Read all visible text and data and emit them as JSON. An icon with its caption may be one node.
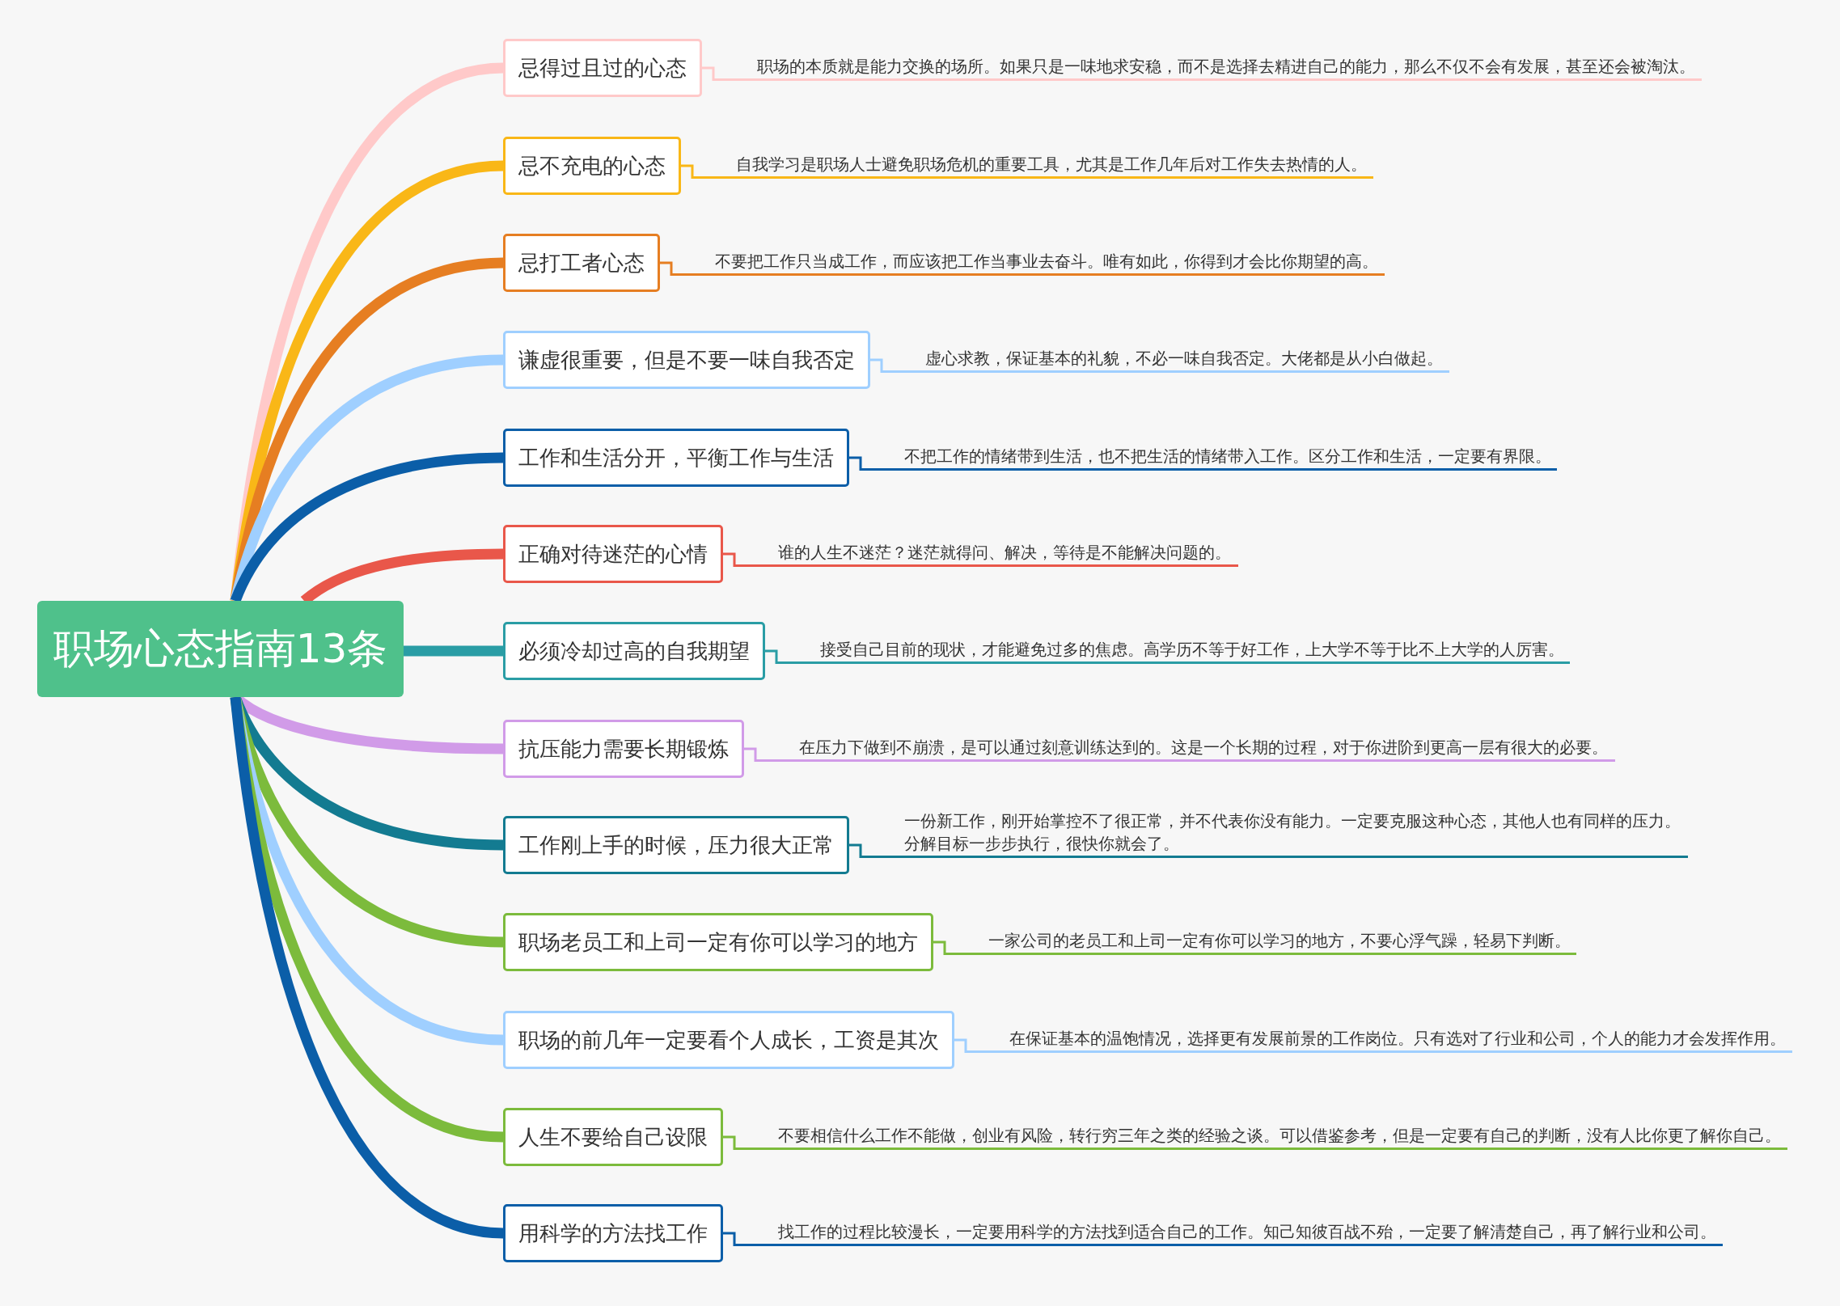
{
  "diagram": {
    "nodes": [
      {
        "text": [
          "职场心态指南13条"
        ]
      },
      {
        "text": [
          "忌得过且过的心态"
        ]
      },
      {
        "text": [
          "忌不充电的心态"
        ]
      },
      {
        "text": [
          "忌打工者心态"
        ]
      },
      {
        "text": [
          "谦虚很重要，但是不要一味自我否定"
        ]
      },
      {
        "text": [
          "工作和生活分开，平衡工作与生活"
        ]
      },
      {
        "text": [
          "正确对待迷茫的心情"
        ]
      },
      {
        "text": [
          "必须冷却过高的自我期望"
        ]
      },
      {
        "text": [
          "抗压能力需要长期锻炼"
        ]
      },
      {
        "text": [
          "工作刚上手的时候，压力很大正常"
        ]
      },
      {
        "text": [
          "职场老员工和上司一定有你可以学习的地方"
        ]
      },
      {
        "text": [
          "职场的前几年一定要看个人成长，工资是其次"
        ]
      },
      {
        "text": [
          "人生不要给自己设限"
        ]
      },
      {
        "text": [
          "用科学的方法找工作"
        ]
      },
      {
        "text": [
          "职场的本质就是能力交换的场所。如果只是一味地求安稳，而不是选择去精进自己的能力，那么不仅不会有发展，甚至还会被淘汰。"
        ]
      },
      {
        "text": [
          "自我学习是职场人士避免职场危机的重要工具，尤其是工作几年后对工作失去热情的人。"
        ]
      },
      {
        "text": [
          "不要把工作只当成工作，而应该把工作当事业去奋斗。唯有如此，你得到才会比你期望的高。"
        ]
      },
      {
        "text": [
          "虚心求教，保证基本的礼貌，不必一味自我否定。大佬都是从小白做起。"
        ]
      },
      {
        "text": [
          "不把工作的情绪带到生活，也不把生活的情绪带入工作。区分工作和生活，一定要有界限。"
        ]
      },
      {
        "text": [
          "谁的人生不迷茫？迷茫就得问、解决，等待是不能解决问题的。"
        ]
      },
      {
        "text": [
          "接受自己目前的现状，才能避免过多的焦虑。高学历不等于好工作，上大学不等于比不上大学的人厉害。"
        ]
      },
      {
        "text": [
          "在压力下做到不崩溃，是可以通过刻意训练达到的。这是一个长期的过程，对于你进阶到更高一层有很大的必要。"
        ]
      },
      {
        "text": [
          "一份新工作，刚开始掌控不了很正常，并不代表你没有能力。一定要克服这种心态，其他人也有同样的压力。分解目标一步步执行，很快你就会了。"
        ]
      },
      {
        "text": [
          "一家公司的老员工和上司一定有你可以学习的地方，不要心浮气躁，轻易下判断。"
        ]
      },
      {
        "text": [
          "在保证基本的温饱情况，选择更有发展前景的工作岗位。只有选对了行业和公司，个人的能力才会发挥作用。"
        ]
      },
      {
        "text": [
          "不要相信什么工作不能做，创业有风险，转行穷三年之类的经验之谈。可以借鉴参考，但是一定要有自己的判断，没有人比你更了解你自己。"
        ]
      },
      {
        "text": [
          "找工作的过程比较漫长，一定要用科学的方法找到适合自己的工作。知己知彼百战不殆，一定要了解清楚自己，再了解行业和公司。"
        ]
      }
    ],
    "edges": [
      {
        "from": 0,
        "to": 1,
        "arrow": "none",
        "style": "thick",
        "color": "#ffc9c9"
      },
      {
        "from": 0,
        "to": 2,
        "arrow": "none",
        "style": "thick",
        "color": "#f9b717"
      },
      {
        "from": 0,
        "to": 3,
        "arrow": "none",
        "style": "thick",
        "color": "#e67e22"
      },
      {
        "from": 0,
        "to": 4,
        "arrow": "none",
        "style": "thick",
        "color": "#9fcfff"
      },
      {
        "from": 0,
        "to": 5,
        "arrow": "none",
        "style": "thick",
        "color": "#0b5ea8"
      },
      {
        "from": 0,
        "to": 6,
        "arrow": "none",
        "style": "thick",
        "color": "#e9574a"
      },
      {
        "from": 0,
        "to": 7,
        "arrow": "none",
        "style": "thick",
        "color": "#2a9da5"
      },
      {
        "from": 0,
        "to": 8,
        "arrow": "none",
        "style": "thick",
        "color": "#d19be8"
      },
      {
        "from": 0,
        "to": 9,
        "arrow": "none",
        "style": "thick",
        "color": "#137b91"
      },
      {
        "from": 0,
        "to": 10,
        "arrow": "none",
        "style": "thick",
        "color": "#7cbb3c"
      },
      {
        "from": 0,
        "to": 11,
        "arrow": "none",
        "style": "thick",
        "color": "#9fcfff"
      },
      {
        "from": 0,
        "to": 12,
        "arrow": "none",
        "style": "thick",
        "color": "#7cbb3c"
      },
      {
        "from": 0,
        "to": 13,
        "arrow": "none",
        "style": "thick",
        "color": "#0b5ea8"
      },
      {
        "from": 1,
        "to": 14,
        "arrow": "none",
        "color": "#ffc9c9"
      },
      {
        "from": 2,
        "to": 15,
        "arrow": "none",
        "color": "#f9b717"
      },
      {
        "from": 3,
        "to": 16,
        "arrow": "none",
        "color": "#e67e22"
      },
      {
        "from": 4,
        "to": 17,
        "arrow": "none",
        "color": "#9fcfff"
      },
      {
        "from": 5,
        "to": 18,
        "arrow": "none",
        "color": "#0b5ea8"
      },
      {
        "from": 6,
        "to": 19,
        "arrow": "none",
        "color": "#e9574a"
      },
      {
        "from": 7,
        "to": 20,
        "arrow": "none",
        "color": "#2a9da5"
      },
      {
        "from": 8,
        "to": 21,
        "arrow": "none",
        "color": "#d19be8"
      },
      {
        "from": 9,
        "to": 22,
        "arrow": "none",
        "color": "#137b91"
      },
      {
        "from": 10,
        "to": 23,
        "arrow": "none",
        "color": "#7cbb3c"
      },
      {
        "from": 11,
        "to": 24,
        "arrow": "none",
        "color": "#9fcfff"
      },
      {
        "from": 12,
        "to": 25,
        "arrow": "none",
        "color": "#7cbb3c"
      },
      {
        "from": 13,
        "to": 26,
        "arrow": "none",
        "color": "#0b5ea8"
      }
    ]
  }
}
